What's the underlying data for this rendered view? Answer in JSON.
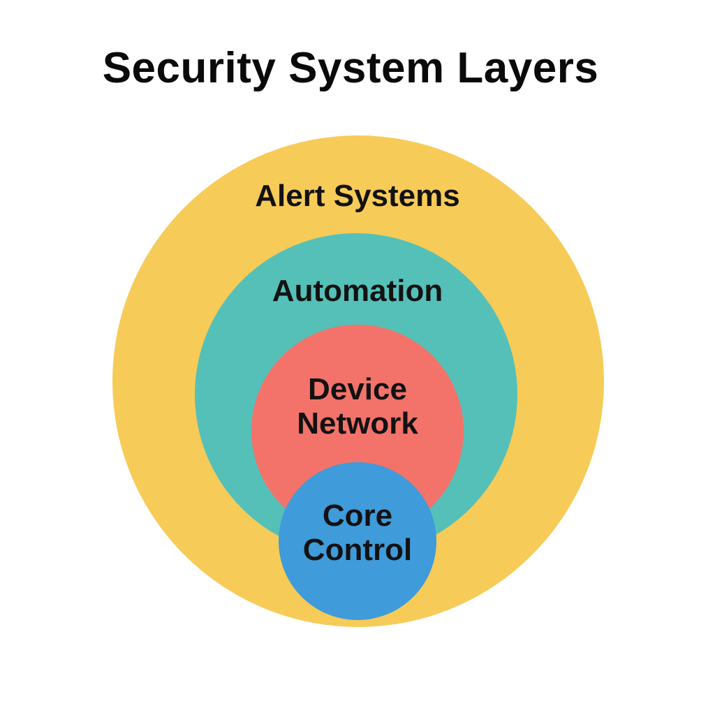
{
  "title": "Security System Layers",
  "layers": [
    {
      "lines": [
        "Alert Systems"
      ],
      "color": "#F7CB58"
    },
    {
      "lines": [
        "Automation"
      ],
      "color": "#55C0B8"
    },
    {
      "lines": [
        "Device",
        "Network"
      ],
      "color": "#F3736A"
    },
    {
      "lines": [
        "Core",
        "Control"
      ],
      "color": "#3F9BDA"
    }
  ]
}
